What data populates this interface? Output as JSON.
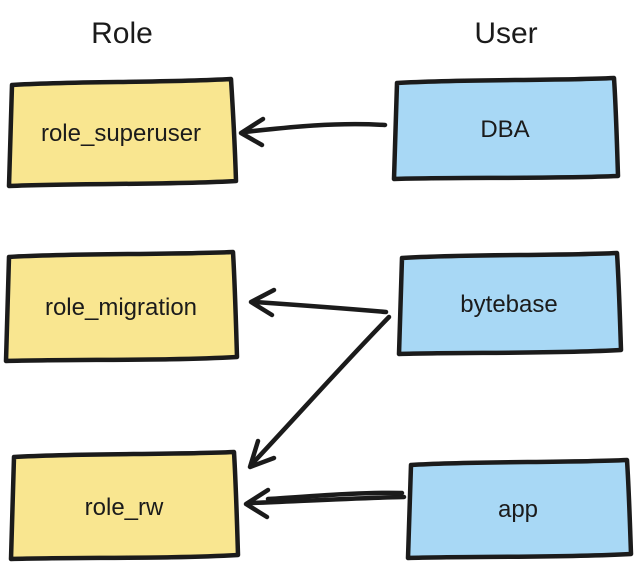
{
  "columns": {
    "role": {
      "title": "Role"
    },
    "user": {
      "title": "User"
    }
  },
  "nodes": {
    "roles": [
      {
        "label": "role_superuser"
      },
      {
        "label": "role_migration"
      },
      {
        "label": "role_rw"
      }
    ],
    "users": [
      {
        "label": "DBA"
      },
      {
        "label": "bytebase"
      },
      {
        "label": "app"
      }
    ]
  },
  "edges": [
    {
      "from": "DBA",
      "to": "role_superuser"
    },
    {
      "from": "bytebase",
      "to": "role_migration"
    },
    {
      "from": "bytebase",
      "to": "role_rw"
    },
    {
      "from": "app",
      "to": "role_rw"
    }
  ],
  "colors": {
    "role_fill": "#f9e690",
    "user_fill": "#a8d8f5",
    "stroke": "#1b1b1b",
    "text": "#1b1b1b",
    "background": "#ffffff"
  }
}
